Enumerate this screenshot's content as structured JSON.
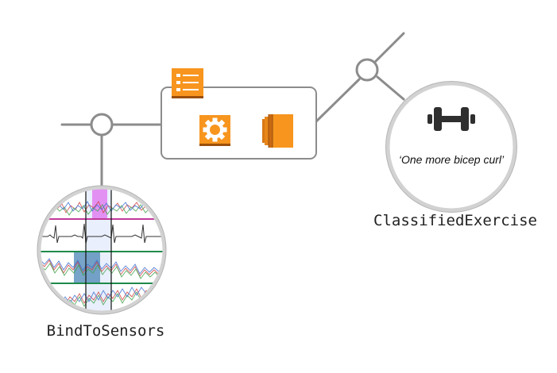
{
  "nodes": {
    "sensors": {
      "label": "BindToSensors"
    },
    "exercise": {
      "label": "ClassifiedExercise",
      "quote": "‘One more bicep curl’"
    }
  },
  "icons": {
    "pipeline_list": "list-icon",
    "processor": "gear-icon",
    "compute": "server-stack-icon",
    "exercise": "dumbbell-icon"
  },
  "colors": {
    "line": "#8c8c8c",
    "orange": "#f7951e",
    "orange_dark": "#cc6a14",
    "magenta_band": "#e070f0",
    "blue_band": "#4a86b5",
    "green_line": "#1e8a4a",
    "pink_line": "#c13a9a"
  }
}
